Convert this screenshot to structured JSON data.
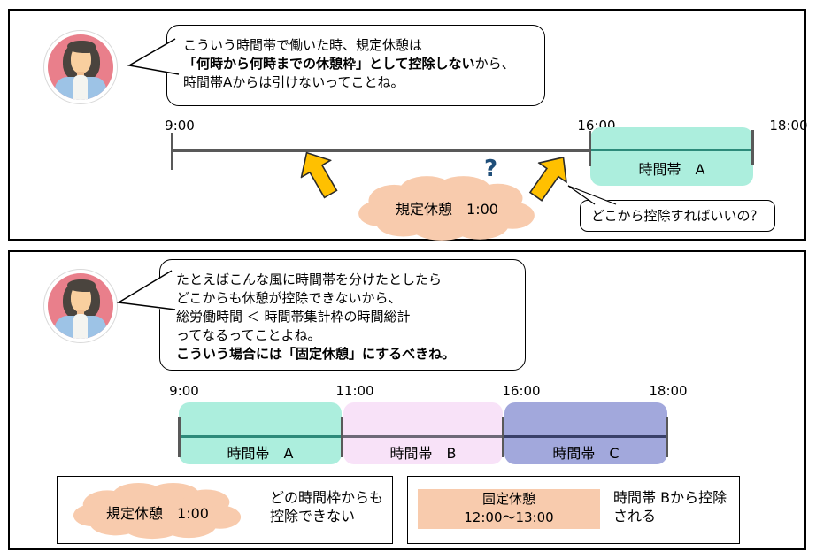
{
  "colors": {
    "mint": "#aceedd",
    "mint_line": "#2d8a7a",
    "pink": "#f8e2f8",
    "pink_line": "#6e6978",
    "periwinkle": "#a2a8dc",
    "periwinkle_line": "#394069",
    "peach": "#f8cbad",
    "gold": "#ffc000",
    "axis_gray": "#595959",
    "question_blue": "#1f4e79",
    "avatar_pink": "#e97f8b",
    "avatar_blue": "#9dc3e6"
  },
  "panel1": {
    "bubble": {
      "line1": "こういう時間帯で働いた時、規定休憩は",
      "line2_bold": "「何時から何時までの休憩枠」として控除しない",
      "line2_rest": "から、",
      "line3": "時間帯Aからは引けないってことね。"
    },
    "timeline": {
      "label_start": "9:00",
      "label_mid": "16:00",
      "label_end": "18:00",
      "zone_a_label": "時間帯　A"
    },
    "cloud_label": "規定休憩　1:00",
    "question_mark": "?",
    "ask_bubble": "どこから控除すればいいの？"
  },
  "panel2": {
    "bubble": {
      "line1": "たとえばこんな風に時間帯を分けたとしたら",
      "line2": "どこからも休憩が控除できないから、",
      "line3": "総労働時間 ＜ 時間帯集計枠の時間総計",
      "line4": "ってなるってことよね。",
      "line5_bold": "こういう場合には「固定休憩」にするべきね。"
    },
    "timeline": {
      "labels": [
        {
          "text": "9:00"
        },
        {
          "text": "11:00"
        },
        {
          "text": "16:00"
        },
        {
          "text": "18:00"
        }
      ],
      "zones": [
        {
          "label": "時間帯　A"
        },
        {
          "label": "時間帯　B"
        },
        {
          "label": "時間帯　C"
        }
      ]
    },
    "legend_left": {
      "cloud_label": "規定休憩　1:00",
      "desc_line1": "どの時間枠からも",
      "desc_line2": "控除できない"
    },
    "legend_right": {
      "box_line1": "固定休憩",
      "box_line2": "12:00～13:00",
      "desc_line1": "時間帯 Bから控除",
      "desc_line2": "される"
    }
  }
}
